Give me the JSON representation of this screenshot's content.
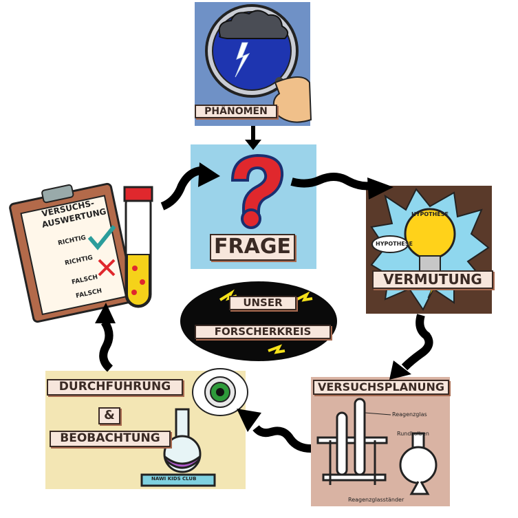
{
  "center": {
    "line1": "UNSER",
    "line2": "FORSCHERKREIS"
  },
  "stages": {
    "phaenomen": "PHÄNOMEN",
    "frage": "FRAGE",
    "vermutung": "VERMUTUNG",
    "hypothese_big": "HYPOTHESE",
    "hypothese_small": "HYPOTHESE",
    "versuchsplanung": "VERSUCHSPLANUNG",
    "durchfuehrung": "DURCHFÜHRUNG",
    "und": "&",
    "beobachtung": "BEOBACHTUNG",
    "versuchsauswertung_1": "VERSUCHS-",
    "versuchsauswertung_2": "AUSWERTUNG"
  },
  "clipboard": {
    "rows": [
      "RICHTIG",
      "RICHTIG",
      "FALSCH",
      "FALSCH"
    ]
  },
  "planning_labels": {
    "tube": "Reagenzglas",
    "flask": "Rundkolben",
    "rack": "Reagenzglasständer"
  },
  "beaker_label": "NAWI KIDS CLUB",
  "colors": {
    "phenomenon_bg": "#6f91c6",
    "question_bg": "#9bd3ea",
    "hypothesis_bg": "#5a3a2a",
    "planning_bg": "#d9b3a3",
    "execution_bg": "#f3e6b4",
    "label_bg": "#f7e6dc",
    "arrow": "#000000"
  }
}
